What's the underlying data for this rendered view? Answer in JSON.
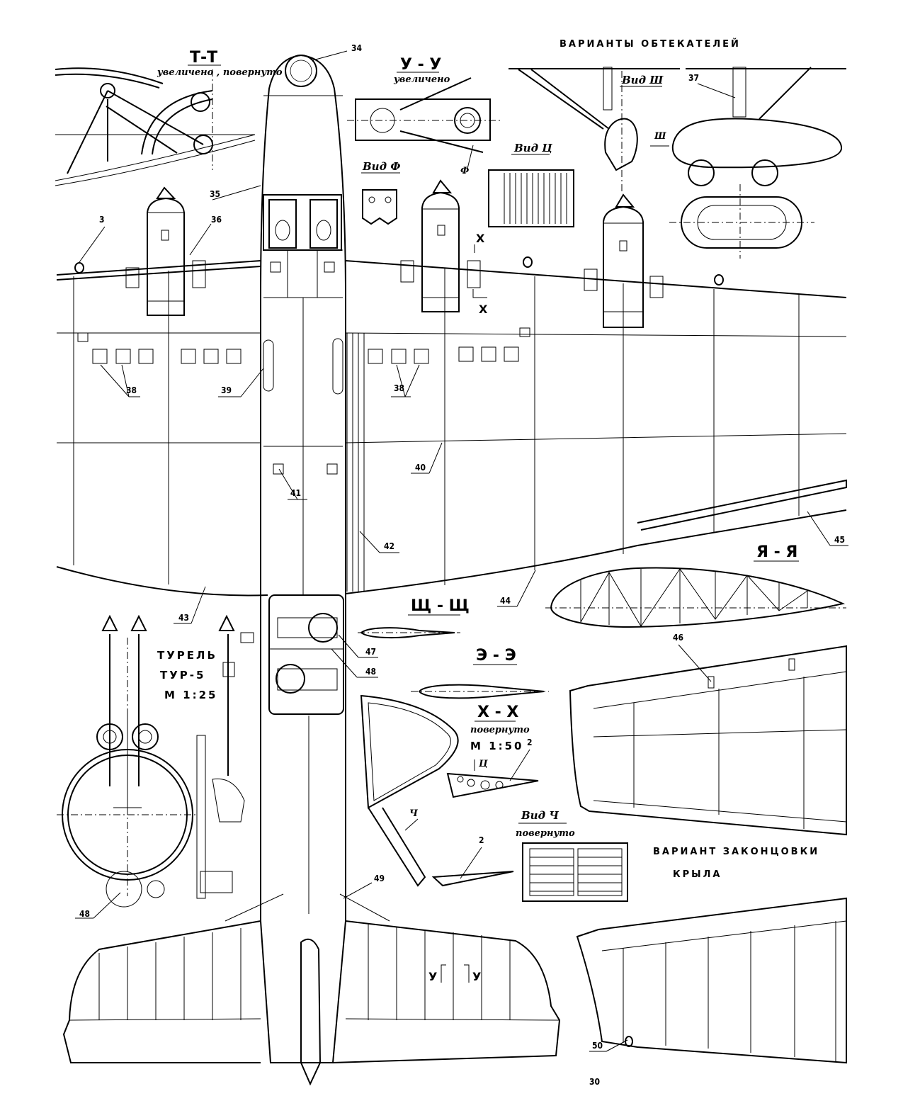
{
  "title": "ВАРИАНТЫ ОБТЕКАТЕЛЕЙ",
  "sections": {
    "tt": {
      "label": "Т-Т",
      "note": "увеличено , повернуто"
    },
    "uu": {
      "label": "У - У",
      "note": "увеличено"
    },
    "yaya": {
      "label": "Я - Я"
    },
    "shch": {
      "label": "Щ - Щ"
    },
    "ee": {
      "label": "Э - Э"
    },
    "xx": {
      "label": "Х - Х",
      "note": "повернуто",
      "scale": "М 1:50"
    }
  },
  "views": {
    "vid_f": "Вид Ф",
    "vid_ts": "Вид Ц",
    "vid_sh": "Вид Ш",
    "vid_ch": "Вид Ч",
    "vid_ch_note": "повернуто"
  },
  "turret": {
    "line1": "ТУРЕЛЬ",
    "line2": "ТУР-5",
    "scale": "М 1:25"
  },
  "wingtip": {
    "line1": "ВАРИАНТ ЗАКОНЦОВКИ",
    "line2": "КРЫЛА"
  },
  "axis_marks": {
    "f": "Ф",
    "ts": "Ц",
    "ch": "Ч",
    "sh": "Ш",
    "x": "Х",
    "u": "У"
  },
  "callouts": [
    "34",
    "35",
    "36",
    "3",
    "37",
    "38",
    "39",
    "40",
    "41",
    "42",
    "43",
    "44",
    "45",
    "46",
    "47",
    "48",
    "49",
    "2",
    "50"
  ],
  "page_number": "30"
}
